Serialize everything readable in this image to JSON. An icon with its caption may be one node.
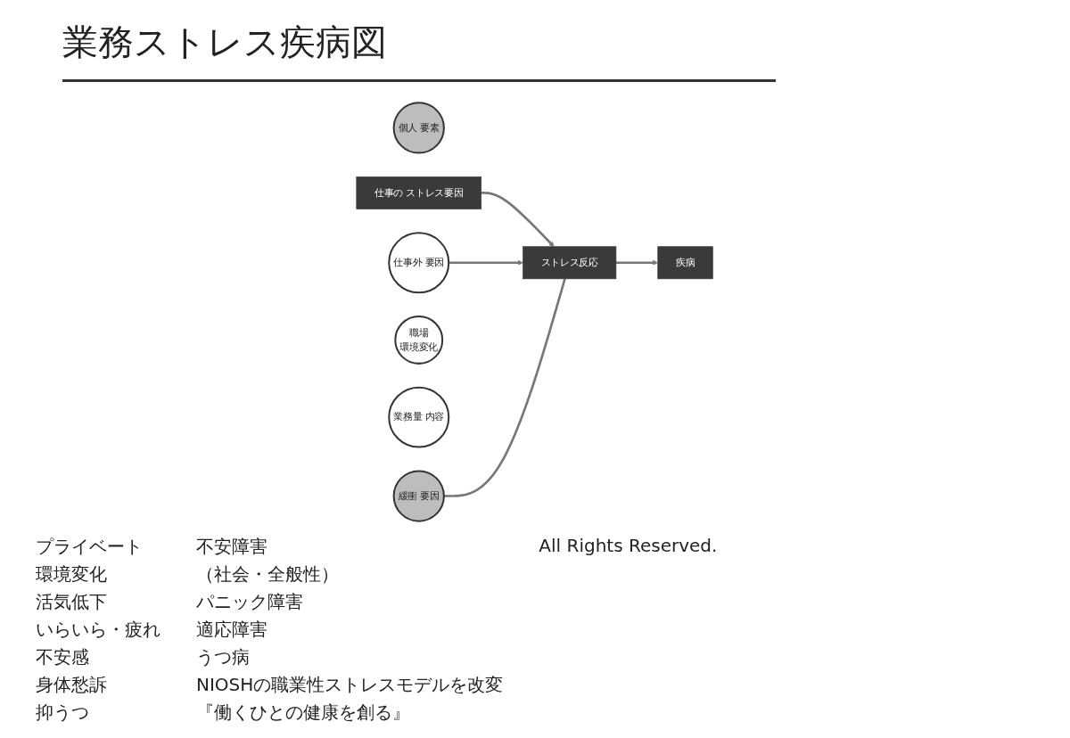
{
  "diagram": {
    "title": "業務ストレス疾病図",
    "nodes": [
      {
        "text": [
          "個人 要素"
        ]
      },
      {
        "text": [
          "仕事外 要因"
        ]
      },
      {
        "text": [
          "仕事の ストレス要因"
        ]
      },
      {
        "text": [
          "職場",
          "環境変化"
        ]
      },
      {
        "text": [
          "業務量 内容"
        ]
      },
      {
        "text": [
          "緩衝 要因"
        ]
      },
      {
        "text": [
          "ストレス反応"
        ]
      },
      {
        "text": [
          "疾病"
        ]
      }
    ],
    "edges": [
      {
        "from": 2,
        "to": 6,
        "arrow": "to"
      },
      {
        "from": 1,
        "to": 6,
        "arrow": "to"
      },
      {
        "from": 5,
        "to": 6,
        "arrow": "none"
      },
      {
        "from": 6,
        "to": 7,
        "arrow": "to"
      }
    ],
    "labels": [
      "プライベート",
      "環境変化",
      "活気低下",
      "いらいら・疲れ",
      "不安感",
      "身体愁訴",
      "抑うつ",
      "不安障害",
      "（社会・全般性）",
      "パニック障害",
      "適応障害",
      "うつ病",
      "NIOSHの職業性ストレスモデルを改変",
      "『働くひとの健康を創る』",
      "All Rights Reserved."
    ]
  }
}
